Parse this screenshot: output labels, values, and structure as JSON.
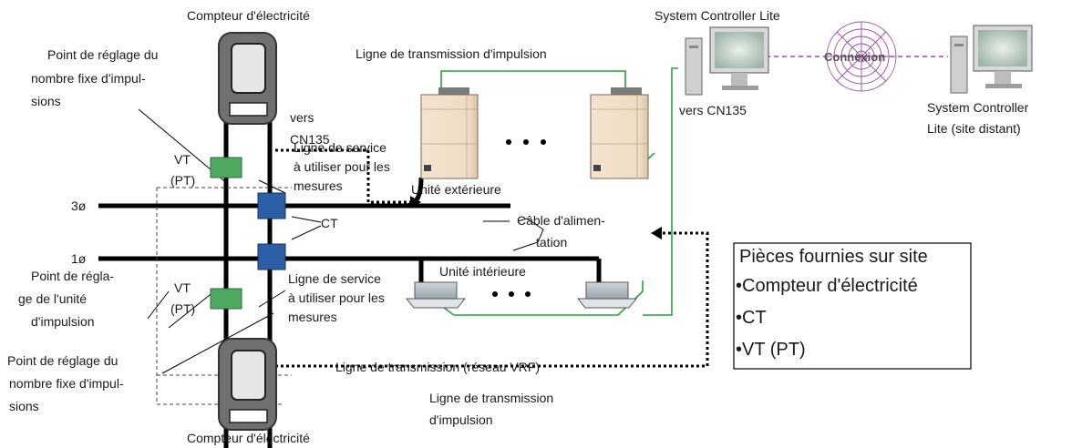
{
  "labels": {
    "meter_top": "Compteur d'électricité",
    "meter_bottom": "Compteur d'électricité",
    "fixed_pulse_top": [
      "Point de réglage du",
      "nombre fixe d'impul-",
      "sions"
    ],
    "vers_cn135_left": [
      "vers",
      "CN135"
    ],
    "vt_top": [
      "VT",
      "(PT)"
    ],
    "service_line_top": [
      "Ligne de service",
      "à utiliser pour les",
      "mesures"
    ],
    "three_phase": "3ø",
    "one_phase": "1ø",
    "ct": "CT",
    "transmission_pulse_top": "Ligne de transmission d'impulsion",
    "outdoor_unit": "Unité extérieure",
    "vers_cn135_right": "vers CN135",
    "power_cable": [
      "Câble d'alimen-",
      "tation"
    ],
    "indoor_unit": "Unité intérieure",
    "pulse_unit_setting": [
      "Point de régla-",
      "ge de l'unité",
      "d'impulsion"
    ],
    "vt_bottom": [
      "VT",
      "(PT)"
    ],
    "service_line_bottom": [
      "Ligne de service",
      "à utiliser pour les",
      "mesures"
    ],
    "fixed_pulse_bottom": [
      "Point de réglage du",
      "nombre fixe d'impul-",
      "sions"
    ],
    "transmission_vrf": "Ligne de transmission (réseau VRF)",
    "transmission_pulse_bottom": [
      "Ligne de transmission",
      "d'impulsion"
    ],
    "system_controller": "System Controller Lite",
    "remote_controller": [
      "System Controller",
      "Lite (site distant)"
    ],
    "connexion": "Connexion"
  },
  "legend": {
    "title": "Pièces fournies sur site",
    "items": [
      "•Compteur d'électricité",
      "•CT",
      "•VT (PT)"
    ]
  },
  "colors": {
    "transmission_line": "#27a33a",
    "connection_line": "#9b4fa6",
    "vt_box": "#4fa860",
    "ct_box": "#2d5fa6"
  }
}
